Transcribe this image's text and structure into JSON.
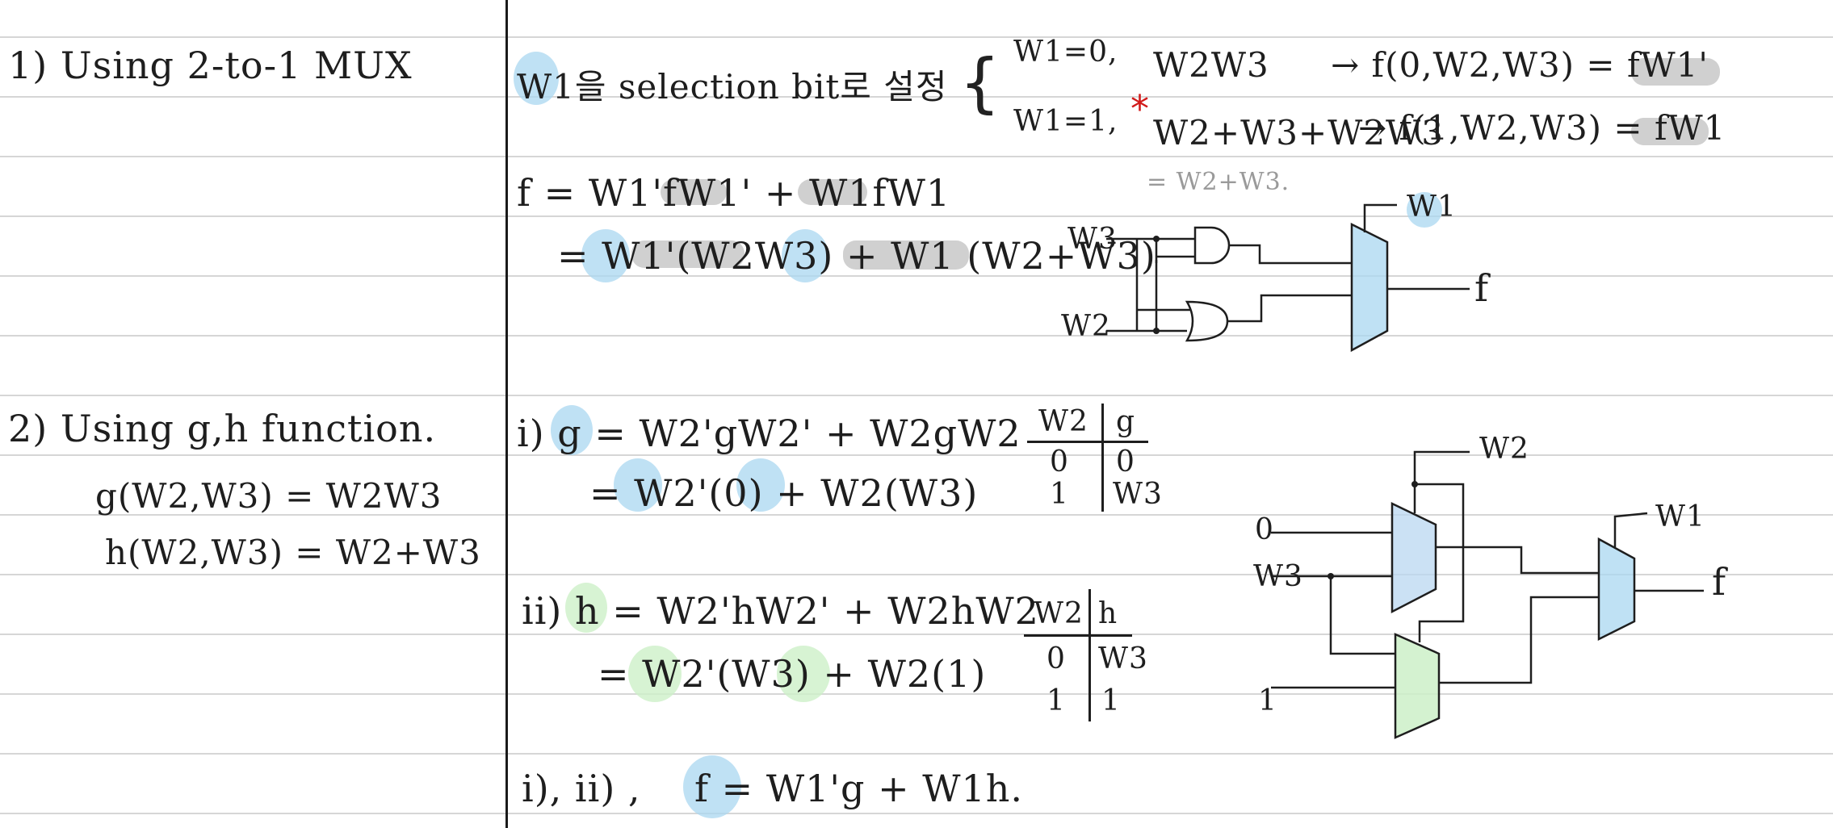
{
  "left": {
    "s1_title": "1) Using 2-to-1 MUX",
    "s2_title": "2) Using g,h function.",
    "g_def": "g(W2,W3) = W2W3",
    "h_def": "h(W2,W3) = W2+W3"
  },
  "part1": {
    "select_text": "W1을 selection bit로 설정",
    "case0_cond": "W1=0,",
    "case0_expr": "W2W3",
    "case0_result": "→ f(0,W2,W3) = fW1'",
    "case1_cond": "W1=1,",
    "case1_expr": "W2+W3+W2W3",
    "case1_result": "→ f(1,W2,W3) = fW1",
    "case1_simplified": "= W2+W3.",
    "eq1": "f = W1'fW1' + W1fW1",
    "eq2": "= W1'(W2W3) + W1 (W2+W3)",
    "circuit": {
      "in_w3": "W3",
      "in_w2": "W2",
      "sel_w1": "W1",
      "out_f": "f"
    }
  },
  "part2": {
    "i_eq1": "i) g = W2'gW2' + W2gW2",
    "i_eq2": "= W2'(0) + W2(W3)",
    "g_table": {
      "headers": [
        "W2",
        "g"
      ],
      "rows": [
        [
          "0",
          "0"
        ],
        [
          "1",
          "W3"
        ]
      ]
    },
    "ii_eq1": "ii) h = W2'hW2' + W2hW2",
    "ii_eq2": "= W2'(W3) + W2(1)",
    "h_table": {
      "headers": [
        "W2",
        "h"
      ],
      "rows": [
        [
          "0",
          "W3"
        ],
        [
          "1",
          "1"
        ]
      ]
    },
    "combined": "i), ii) ,",
    "final_eq": "f = W1'g + W1h.",
    "circuit": {
      "in_0": "0",
      "in_w3": "W3",
      "in_1": "1",
      "sel_w2": "W2",
      "sel_w1": "W1",
      "out_f": "f"
    }
  },
  "colors": {
    "ink": "#1e1e1e",
    "blue_highlight": "#aad7f0",
    "green_highlight": "#cdf0c8",
    "gray_highlight": "#aaaaaa",
    "asterisk": "#d11a1a"
  }
}
